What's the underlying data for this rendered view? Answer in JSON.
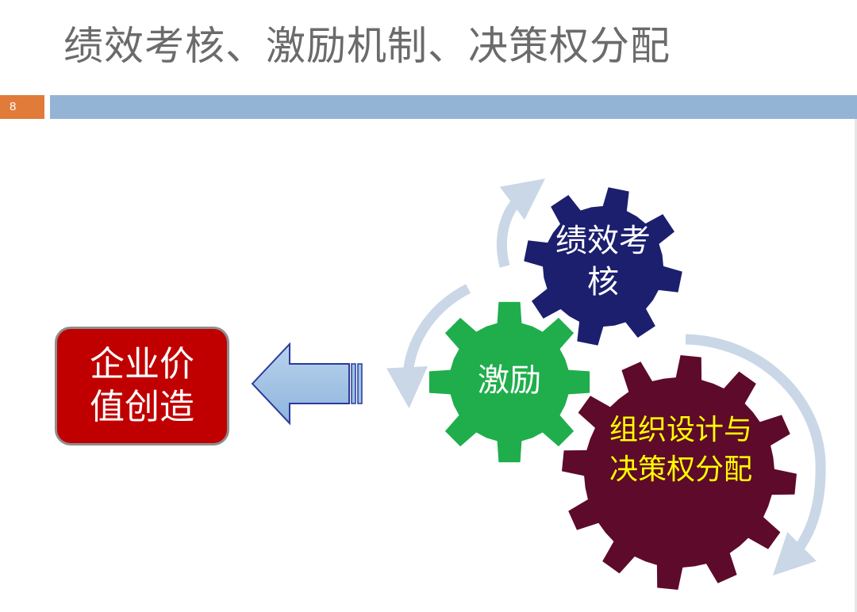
{
  "slide": {
    "title": "绩效考核、激励机制、决策权分配",
    "page_number": "8"
  },
  "diagram": {
    "target_box": {
      "label": "企业价值创造",
      "color": "#c00000"
    },
    "gears": [
      {
        "id": "performance",
        "label": "绩效考核",
        "color": "#1b1f6e",
        "text_color": "#ffffff"
      },
      {
        "id": "incentive",
        "label": "激励",
        "color": "#1fae4b",
        "text_color": "#ffffff"
      },
      {
        "id": "org-design",
        "label": "组织设计与决策权分配",
        "color": "#5e0a2a",
        "text_color": "#ffff00"
      }
    ],
    "arrow_color": "#9dc3e6",
    "cycle_arrow_color": "#c9d7e6"
  }
}
